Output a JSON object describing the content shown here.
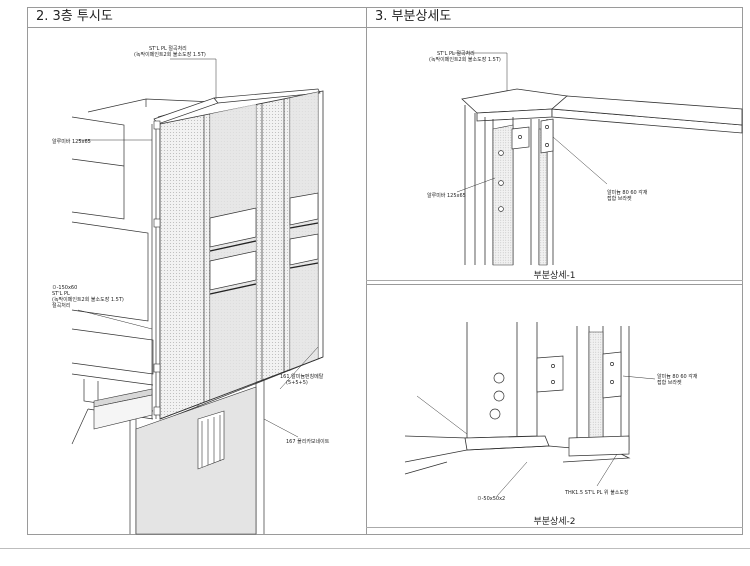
{
  "sheet": {
    "left_title": "2. 3층 투시도",
    "right_title": "3. 부분상세도"
  },
  "perspective": {
    "labels": {
      "top_note_1": "ST'L PL 절곡처리",
      "top_note_2": "(녹막이페인트2회 불소도장 1.5T)",
      "aluminum_bar": "알루미바 125x65",
      "left_note_1": "ㅁ-150x60",
      "left_note_2": "ST'L PL",
      "left_note_3": "(녹막이페인트2회 불소도장 1.5T)",
      "left_note_4": "절곡처리",
      "punching_1": "161 알미늄펀칭메탈",
      "punching_2": "(5+5+5)",
      "expanded": "167 폴리카보네이트"
    }
  },
  "detail1": {
    "caption": "부분상세-1",
    "labels": {
      "top_note_1": "ST'L PL 절곡처리",
      "top_note_2": "(녹막이페인트2회 불소도장 1.5T)",
      "aluminum_bar": "알루미바 125x65",
      "bracket_1": "알미늄 80 60 각재",
      "bracket_2": "접합 브라켓"
    }
  },
  "detail2": {
    "caption": "부분상세-2",
    "labels": {
      "bracket_1": "알미늄 80 60 각재",
      "bracket_2": "접합 브라켓",
      "plate": "THK1.5 ST'L PL 위 불소도장",
      "tube": "ㅁ-50x50x2"
    }
  }
}
